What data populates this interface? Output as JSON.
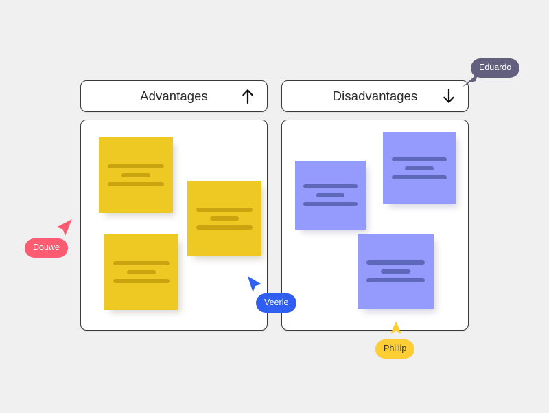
{
  "canvas": {
    "background_color": "#f0f0f0"
  },
  "columns": [
    {
      "id": "advantages",
      "title": "Advantages",
      "arrow_icon": "arrow-up-icon",
      "notes": [
        {
          "color": "#efc923",
          "lines": [
            "long",
            "short",
            "long"
          ]
        },
        {
          "color": "#efc923",
          "lines": [
            "long",
            "short",
            "long"
          ]
        },
        {
          "color": "#efc923",
          "lines": [
            "long",
            "short",
            "long"
          ]
        }
      ]
    },
    {
      "id": "disadvantages",
      "title": "Disadvantages",
      "arrow_icon": "arrow-down-icon",
      "notes": [
        {
          "color": "#959bfc",
          "lines": [
            "long",
            "short",
            "long"
          ]
        },
        {
          "color": "#959bfc",
          "lines": [
            "long",
            "short",
            "long"
          ]
        },
        {
          "color": "#959bfc",
          "lines": [
            "long",
            "short",
            "long"
          ]
        }
      ]
    }
  ],
  "cursors": [
    {
      "id": "douwe",
      "name": "Douwe",
      "color": "#fb5c72",
      "label_text_color": "#ffffff",
      "direction": "up-right"
    },
    {
      "id": "veerle",
      "name": "Veerle",
      "color": "#2f5ef0",
      "label_text_color": "#ffffff",
      "direction": "up-left"
    },
    {
      "id": "phillip",
      "name": "Phillip",
      "color": "#fcce33",
      "label_text_color": "#3a3120",
      "direction": "up"
    },
    {
      "id": "eduardo",
      "name": "Eduardo",
      "color": "#63607f",
      "label_text_color": "#ffffff",
      "direction": "down-left"
    }
  ]
}
